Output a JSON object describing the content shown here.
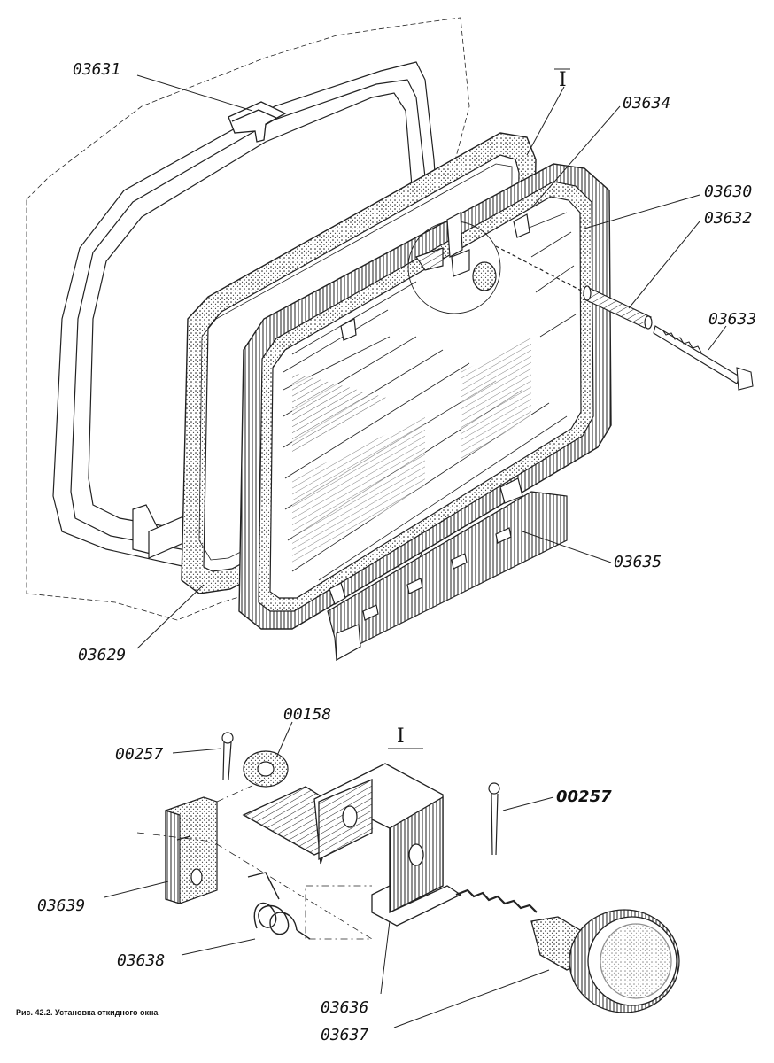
{
  "labels": {
    "p03631": "03631",
    "roman_top": "I",
    "p03634": "03634",
    "p03630": "03630",
    "p03632": "03632",
    "p03633": "03633",
    "p03635": "03635",
    "p03629": "03629",
    "p00158": "00158",
    "p00257_left": "00257",
    "roman_bottom": "I",
    "p00257_right": "00257",
    "p03639": "03639",
    "p03638": "03638",
    "p03636": "03636",
    "p03637": "03637"
  },
  "caption": "Рис. 42.2. Установка откидного окна"
}
